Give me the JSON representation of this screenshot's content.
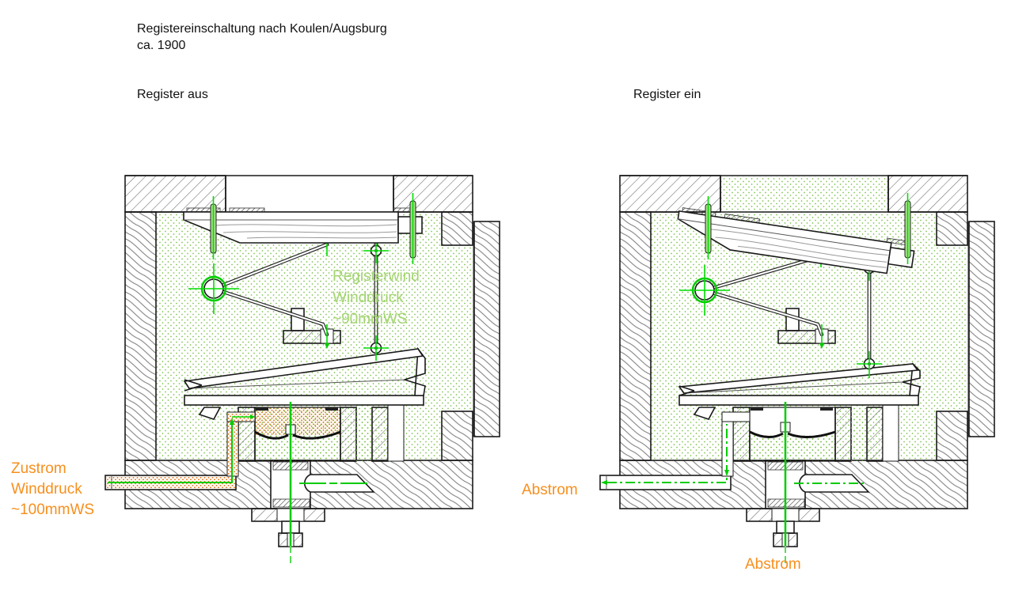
{
  "title": {
    "line1": "Registereinschaltung nach Koulen/Augsburg",
    "line2": "ca. 1900"
  },
  "panels": {
    "left": {
      "label": "Register aus",
      "annotations": {
        "supply": {
          "line1": "Zustrom",
          "line2": "Winddruck",
          "line3": "~100mmWS"
        },
        "register_wind": {
          "line1": "Registerwind",
          "line2": "Winddruck",
          "line3": "~90mmWS"
        }
      }
    },
    "right": {
      "label": "Register ein",
      "annotations": {
        "outflow_pipe": "Abstrom",
        "outflow_bottom": "Abstrom"
      }
    }
  },
  "colors": {
    "annotation_orange": "#f78f1e",
    "register_wind_green": "#a3d470",
    "centerline_green": "#00cc00",
    "stipple_green": "#7cc24a",
    "stipple_orange": "#e07518",
    "outline": "#1a1a1a"
  }
}
